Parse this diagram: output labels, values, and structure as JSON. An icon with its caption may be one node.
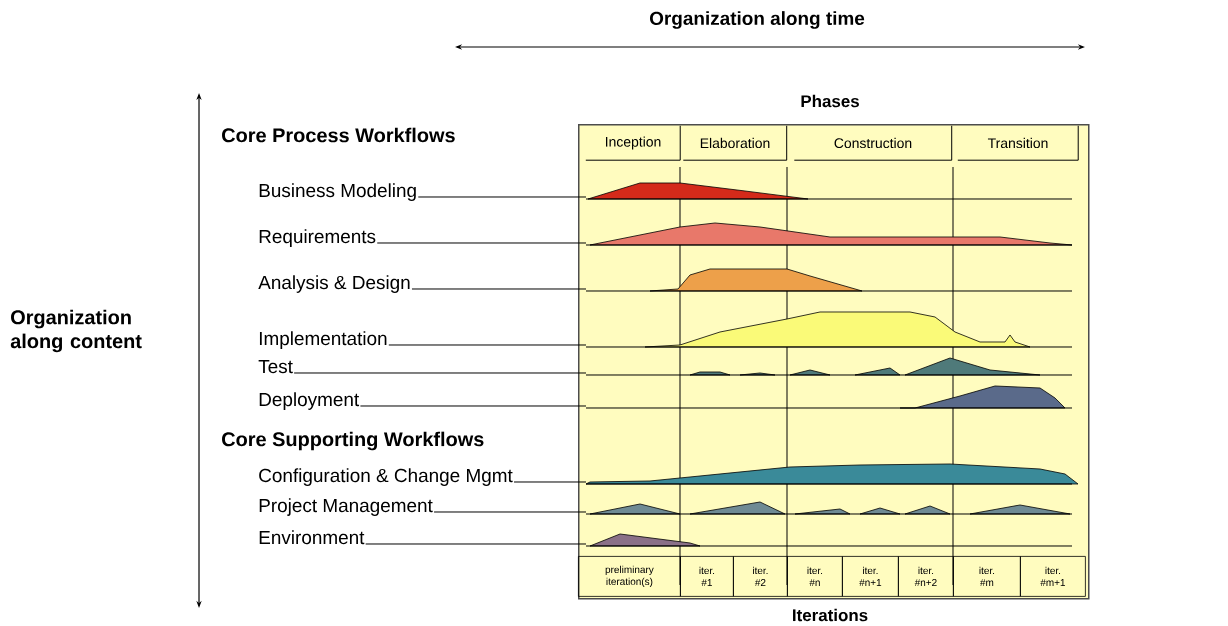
{
  "diagram": {
    "nodes": [
      {
        "text": [],
        "shape": "box"
      },
      {
        "text": [
          "Inception"
        ],
        "in": 0
      },
      {
        "text": [
          "Elaboration"
        ],
        "in": 0
      },
      {
        "text": [
          "Construction"
        ],
        "in": 0
      },
      {
        "text": [
          "Transition"
        ],
        "in": 0
      },
      {
        "text": [
          "preliminary iteration(s)"
        ],
        "in": 0
      },
      {
        "text": [
          "iter. #1"
        ],
        "in": 0
      },
      {
        "text": [
          "iter. #2"
        ],
        "in": 0
      },
      {
        "text": [
          "iter. #n"
        ],
        "in": 0
      },
      {
        "text": [
          "iter. #n+1"
        ],
        "in": 0
      },
      {
        "text": [
          "iter. #n+2"
        ],
        "in": 0
      },
      {
        "text": [
          "iter. #m"
        ],
        "in": 0
      },
      {
        "text": [
          "iter. #m+1"
        ],
        "in": 0
      },
      {
        "text": [
          "Business Modeling"
        ]
      },
      {
        "text": [
          "Requirements"
        ]
      },
      {
        "text": [
          "Analysis & Design"
        ]
      },
      {
        "text": [
          "Implementation"
        ]
      },
      {
        "text": [
          "Test"
        ]
      },
      {
        "text": [
          "Deployment"
        ]
      },
      {
        "text": [
          "Configuration & Change Mgmt"
        ]
      },
      {
        "text": [
          "Project Management"
        ]
      },
      {
        "text": [
          "Environment"
        ]
      },
      {
        "text": [],
        "shape": "area",
        "in": 0
      },
      {
        "text": [],
        "shape": "area",
        "in": 0
      },
      {
        "text": [],
        "shape": "area",
        "in": 0
      },
      {
        "text": [],
        "shape": "area",
        "in": 0
      },
      {
        "text": [],
        "shape": "area",
        "in": 0
      },
      {
        "text": [],
        "shape": "area",
        "in": 0
      },
      {
        "text": [],
        "shape": "area",
        "in": 0
      },
      {
        "text": [],
        "shape": "area",
        "in": 0
      },
      {
        "text": [],
        "shape": "area",
        "in": 0
      }
    ],
    "edges": [
      {
        "from": 13,
        "to": 22,
        "arrow": "none"
      },
      {
        "from": 14,
        "to": 23,
        "arrow": "none"
      },
      {
        "from": 15,
        "to": 24,
        "arrow": "none"
      },
      {
        "from": 16,
        "to": 25,
        "arrow": "none"
      },
      {
        "from": 17,
        "to": 26,
        "arrow": "none"
      },
      {
        "from": 18,
        "to": 27,
        "arrow": "none"
      },
      {
        "from": 19,
        "to": 28,
        "arrow": "none"
      },
      {
        "from": 20,
        "to": 29,
        "arrow": "none"
      },
      {
        "from": 21,
        "to": 30,
        "arrow": "none"
      }
    ],
    "labels": [
      "Organization along time",
      "Phases",
      "Core Process Workflows",
      "Organization along content",
      "Core Supporting Workflows",
      "Iterations"
    ]
  }
}
